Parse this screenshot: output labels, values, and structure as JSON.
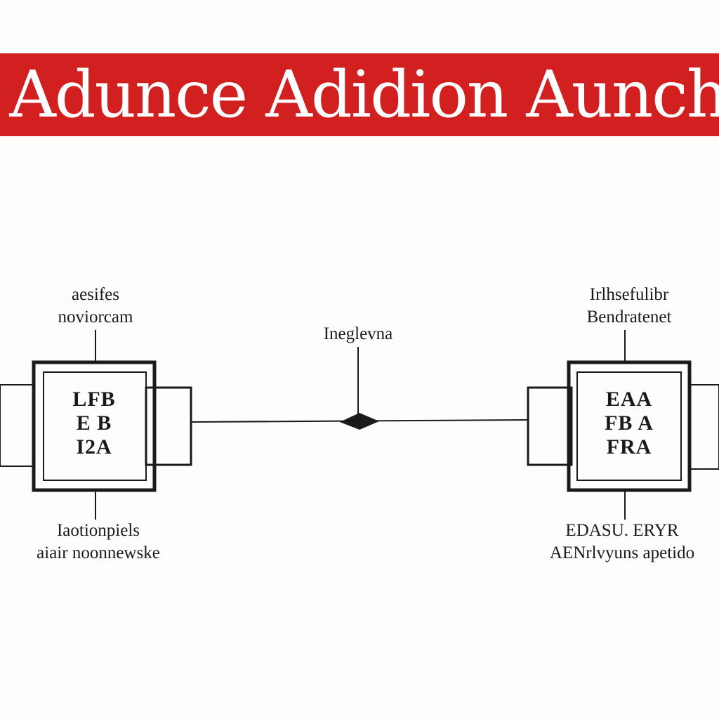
{
  "banner": {
    "title": "ar Adunce Adidion Aunches",
    "color": "#d21f1f"
  },
  "left_module": {
    "top_label": [
      "aesifes",
      "noviorcam"
    ],
    "bottom_label": [
      "Iaotionpiels",
      "aiair noonnewske"
    ],
    "chip_text": [
      "LFB",
      "E B",
      "I2A"
    ]
  },
  "right_module": {
    "top_label": [
      "Irlhsefulibr",
      "Bendratenet"
    ],
    "bottom_label": [
      "EDASU. ERYR",
      "AENrlvyuns apetido"
    ],
    "chip_text": [
      "EAA",
      "FB A",
      "FRA"
    ]
  },
  "center": {
    "label": "Ineglevna"
  },
  "colors": {
    "line": "#1a1a1a",
    "background": "#fdfdfd"
  }
}
